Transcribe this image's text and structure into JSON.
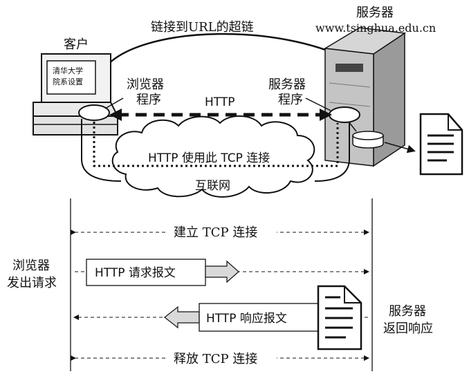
{
  "top": {
    "url_link_label": "链接到URL的超链",
    "client_label": "客户",
    "screen_text_line1": "清华大学",
    "screen_text_line2": "院系设置",
    "browser_label_line1": "浏览器",
    "browser_label_line2": "程序",
    "http_label": "HTTP",
    "server_program_label_line1": "服务器",
    "server_program_label_line2": "程序",
    "server_title": "服务器",
    "server_url": "www.tsinghua.edu.cn",
    "tcp_cloud_label": "HTTP 使用此 TCP 连接",
    "internet_label": "互联网"
  },
  "sequence": {
    "establish_tcp": "建立 TCP 连接",
    "browser_request_line1": "浏览器",
    "browser_request_line2": "发出请求",
    "http_request": "HTTP 请求报文",
    "http_response": "HTTP 响应报文",
    "server_response_line1": "服务器",
    "server_response_line2": "返回响应",
    "release_tcp": "释放 TCP 连接"
  },
  "colors": {
    "line": "#111111",
    "server_gray": "#bfbfbf",
    "server_dark": "#8a8a8a",
    "arrow_fill": "#d9d9d9"
  }
}
